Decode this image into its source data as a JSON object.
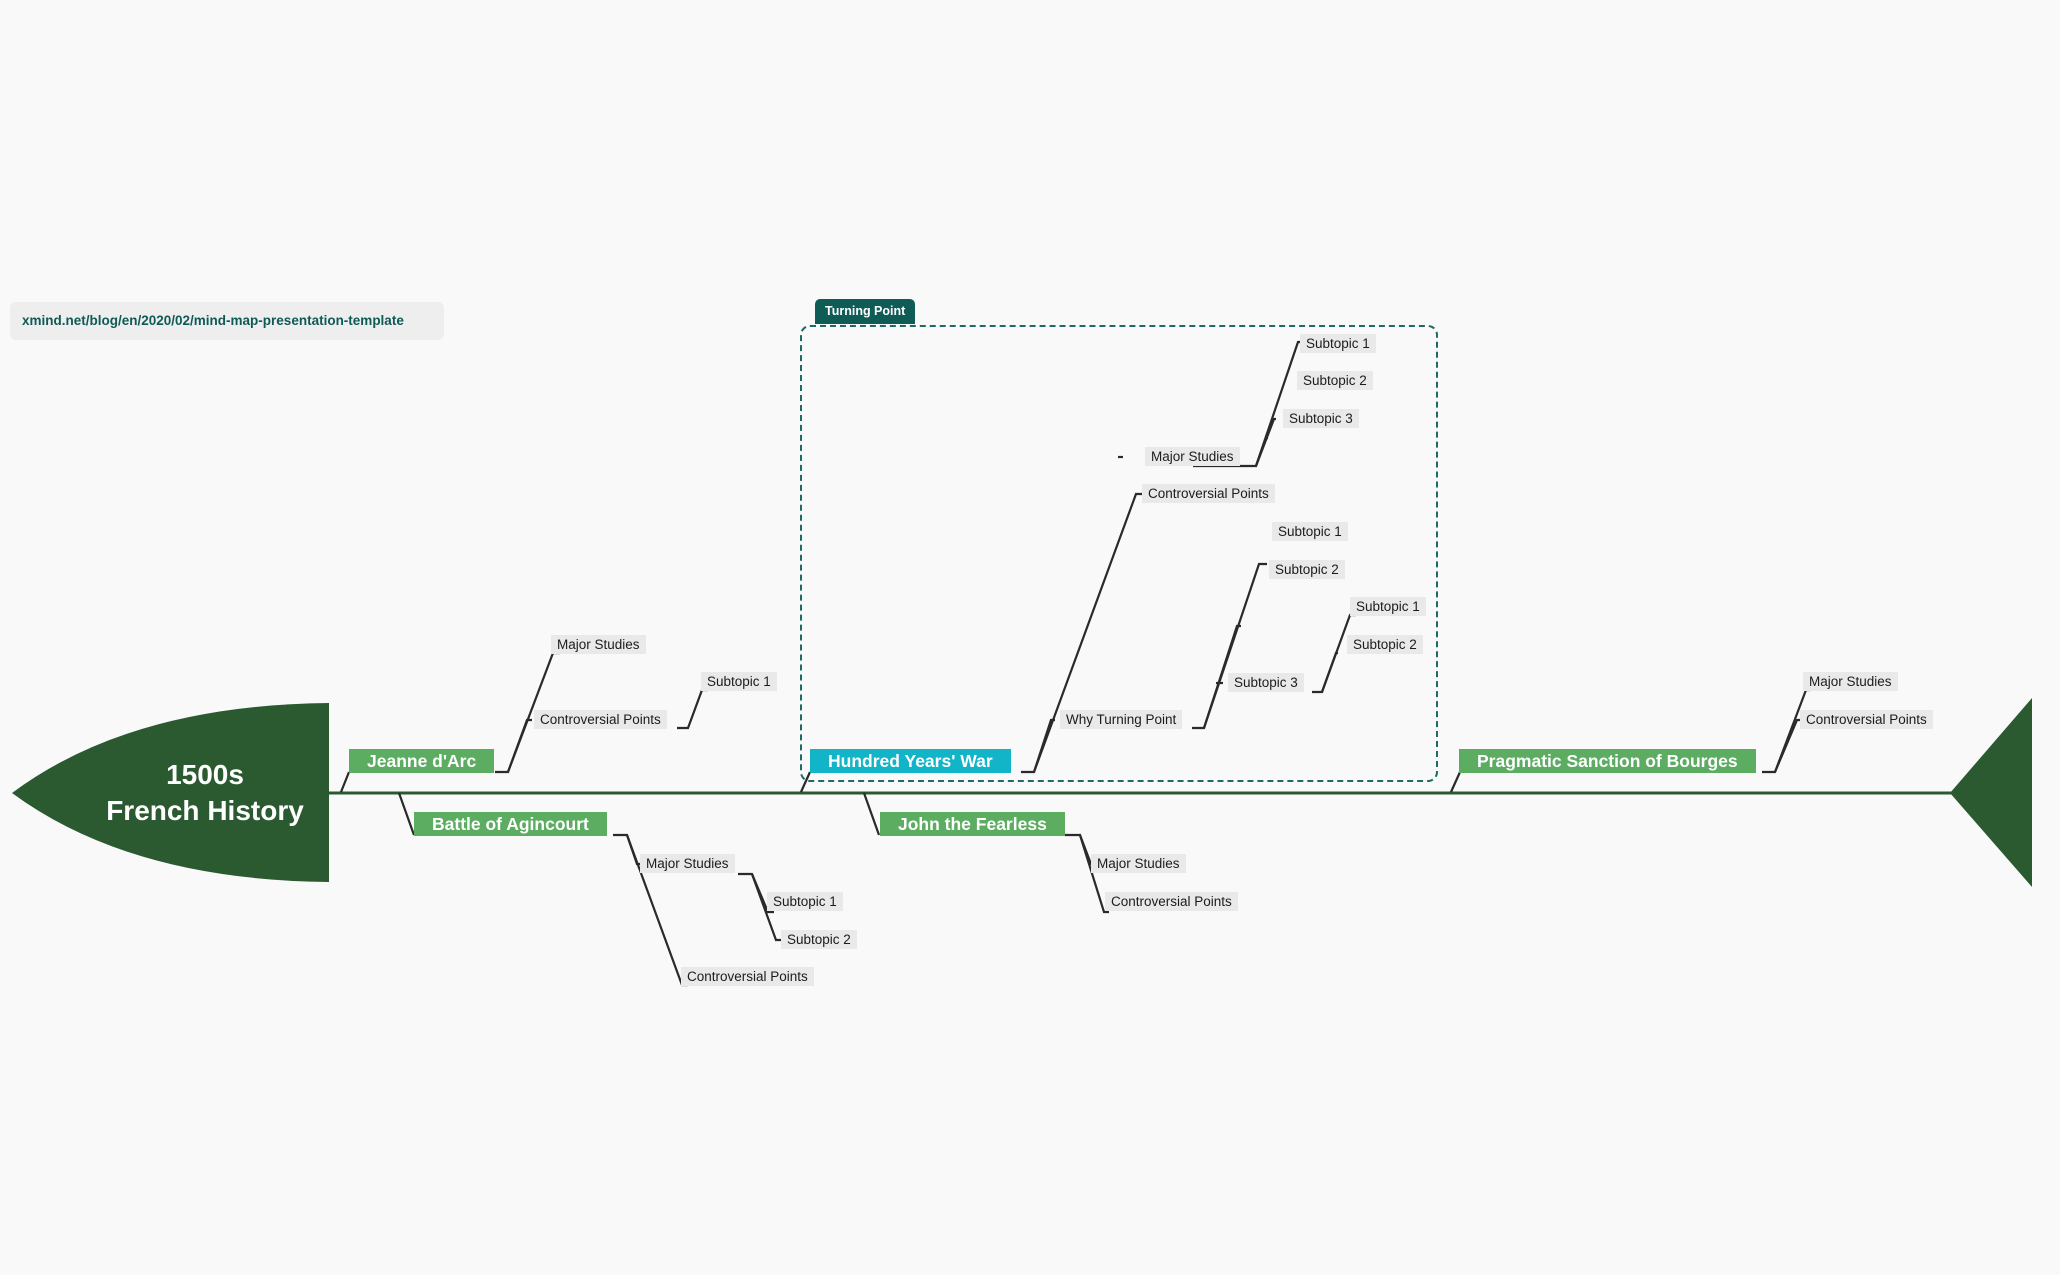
{
  "link": {
    "text": "xmind.net/blog/en/2020/02/mind-map-presentation-template"
  },
  "central": {
    "line1": "1500s",
    "line2": "French History"
  },
  "boundary": {
    "label": "Turning Point"
  },
  "colors": {
    "spine": "#2b5a31",
    "topic": "#5cad62",
    "highlight": "#12b4c8",
    "boundary": "#0f5c57",
    "subtopic_bg": "#e9e9e9"
  },
  "topics": {
    "jeanne": {
      "label": "Jeanne d'Arc",
      "major": "Major Studies",
      "controversial": "Controversial Points",
      "controversial_sub1": "Subtopic 1"
    },
    "agincourt": {
      "label": "Battle of Agincourt",
      "major": "Major Studies",
      "major_sub1": "Subtopic 1",
      "major_sub2": "Subtopic 2",
      "controversial": "Controversial Points"
    },
    "hundred": {
      "label": "Hundred Years' War",
      "major": "Major Studies",
      "major_sub1": "Subtopic 1",
      "major_sub2": "Subtopic 2",
      "major_sub3": "Subtopic 3",
      "controversial": "Controversial Points",
      "why": "Why Turning Point",
      "why_sub1": "Subtopic 1",
      "why_sub2": "Subtopic 2",
      "why_sub3": "Subtopic 3",
      "why_sub3_sub1": "Subtopic 1",
      "why_sub3_sub2": "Subtopic 2"
    },
    "john": {
      "label": "John the Fearless",
      "major": "Major Studies",
      "controversial": "Controversial Points"
    },
    "pragmatic": {
      "label": "Pragmatic Sanction of Bourges",
      "major": "Major Studies",
      "controversial": "Controversial Points"
    }
  }
}
